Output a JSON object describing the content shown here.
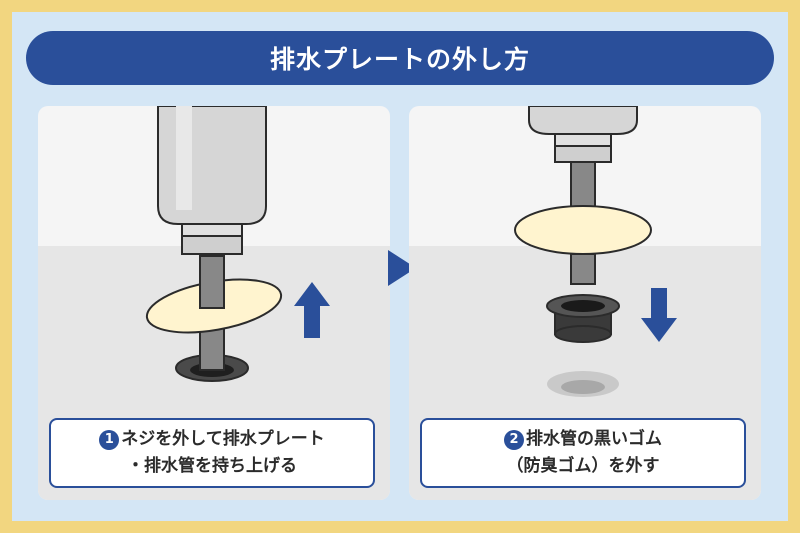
{
  "title": "排水プレートの外し方",
  "steps": [
    {
      "number": "1",
      "line1": "ネジを外して排水プレート",
      "line2": "・排水管を持ち上げる"
    },
    {
      "number": "2",
      "line1": "排水管の黒いゴム",
      "line2": "（防臭ゴム）を外す"
    }
  ],
  "colors": {
    "accent": "#2a4f9a",
    "frame": "#f2d680",
    "background": "#d4e6f5",
    "plate": "#fff4cf",
    "rubber": "#2b2b2b"
  },
  "icons": {
    "between_arrow": "arrow-right",
    "step1_arrow": "arrow-up",
    "step2_arrow": "arrow-down"
  }
}
